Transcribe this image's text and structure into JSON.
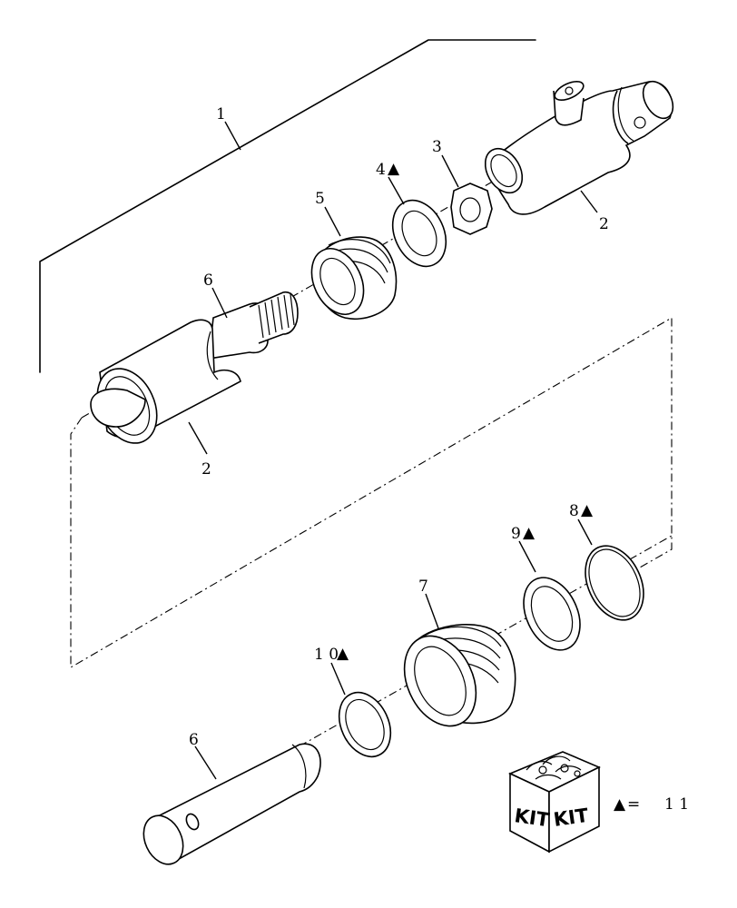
{
  "callouts": {
    "c1": "1",
    "c2a": "2",
    "c2b": "2",
    "c3": "3",
    "c4": "4",
    "c5": "5",
    "c6a": "6",
    "c6b": "6",
    "c7": "7",
    "c8": "8",
    "c9": "9",
    "c10": "1 0"
  },
  "kit": {
    "label_left": "KIT",
    "label_right": "KIT",
    "legend_symbol": "▲",
    "legend_equals": "=",
    "legend_value": "1 1"
  },
  "marker_symbol": "▲"
}
